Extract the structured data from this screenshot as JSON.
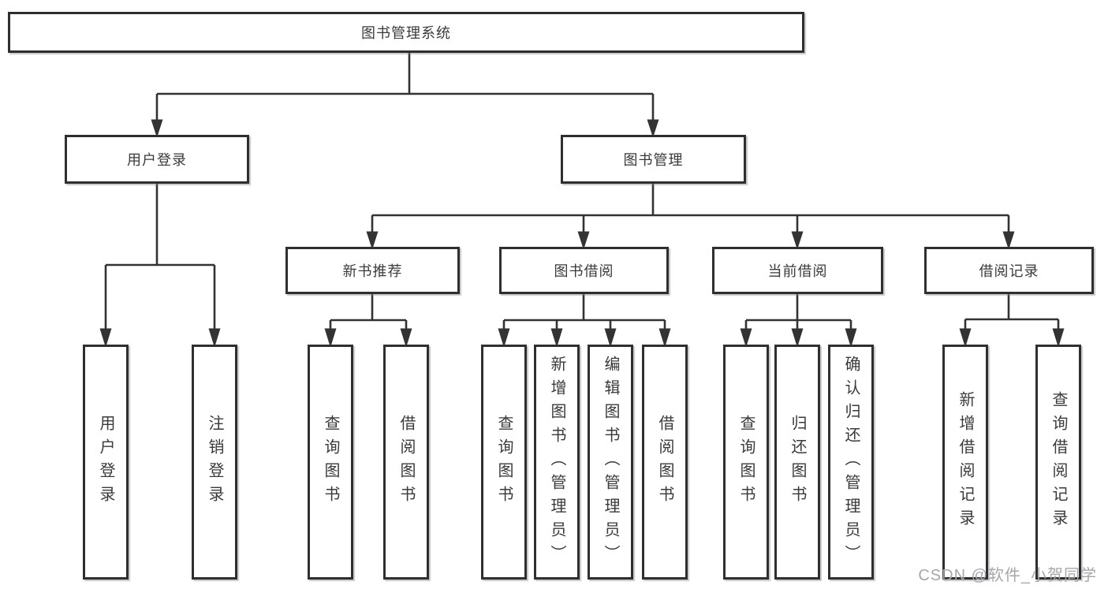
{
  "tree": {
    "label": "图书管理系统",
    "children": [
      {
        "label": "用户登录",
        "children": [
          {
            "label": "用户登录"
          },
          {
            "label": "注销登录"
          }
        ]
      },
      {
        "label": "图书管理",
        "children": [
          {
            "label": "新书推荐",
            "children": [
              {
                "label": "查询图书"
              },
              {
                "label": "借阅图书"
              }
            ]
          },
          {
            "label": "图书借阅",
            "children": [
              {
                "label": "查询图书"
              },
              {
                "label": "新增图书（管理员）"
              },
              {
                "label": "编辑图书（管理员）"
              },
              {
                "label": "借阅图书"
              }
            ]
          },
          {
            "label": "当前借阅",
            "children": [
              {
                "label": "查询图书"
              },
              {
                "label": "归还图书"
              },
              {
                "label": "确认归还（管理员）"
              }
            ]
          },
          {
            "label": "借阅记录",
            "children": [
              {
                "label": "新增借阅记录"
              },
              {
                "label": "查询借阅记录"
              }
            ]
          }
        ]
      }
    ]
  },
  "watermark": "CSDN @软件_小贺同学",
  "colors": {
    "line": "#333333",
    "box_border": "#2f2f2f",
    "box_fill": "#ffffff",
    "text": "#3a3a3a",
    "watermark": "#a7a7ab",
    "background": "#ffffff"
  }
}
